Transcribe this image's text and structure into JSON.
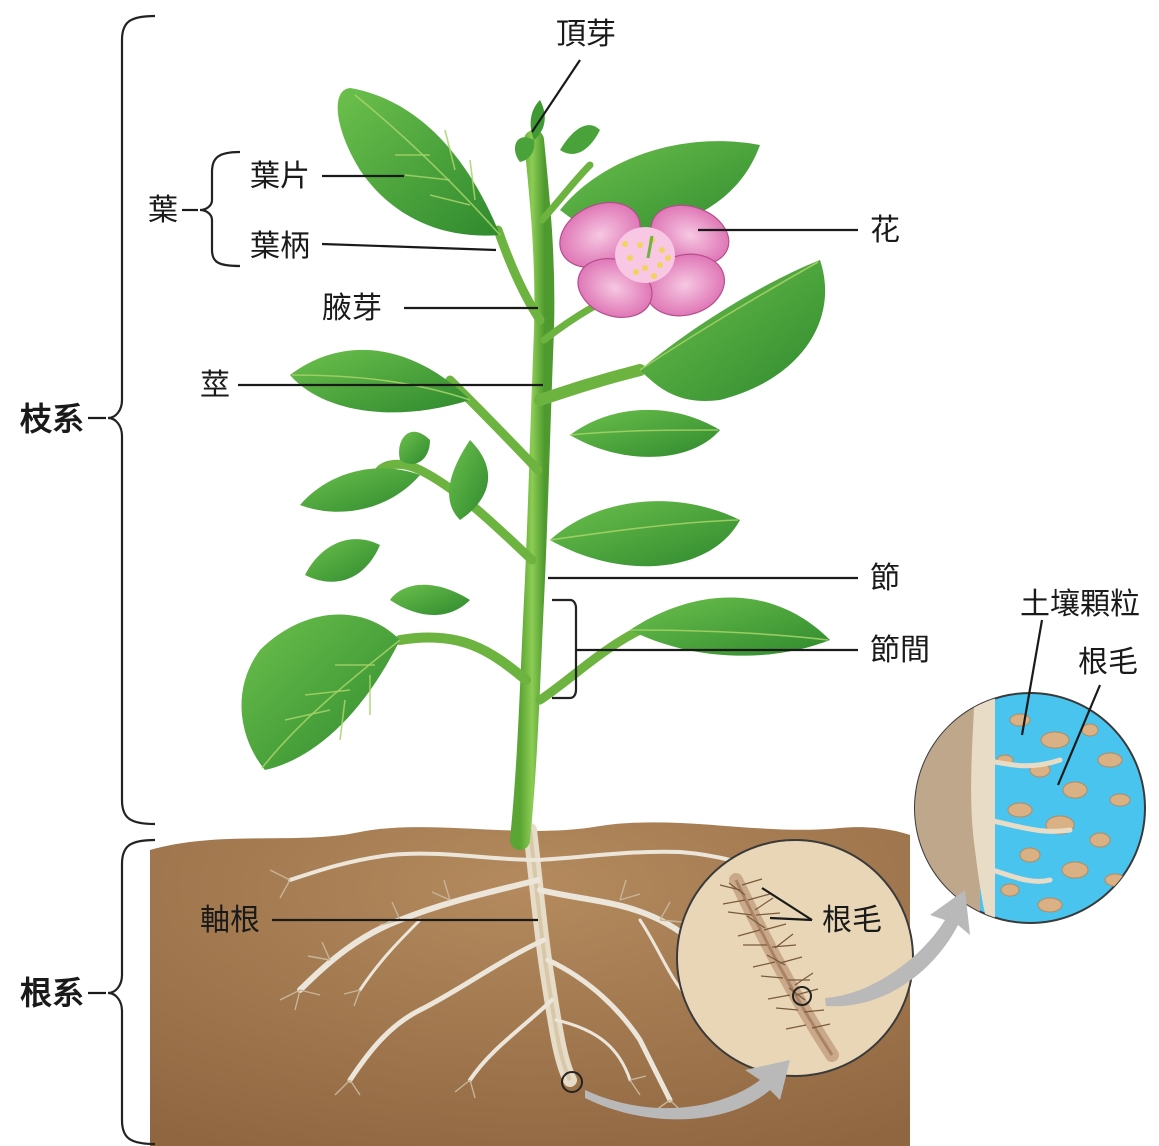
{
  "labels": {
    "shoot_system": "枝系",
    "root_system": "根系",
    "leaf": "葉",
    "blade": "葉片",
    "petiole": "葉柄",
    "axillary_bud": "腋芽",
    "stem": "莖",
    "terminal_bud": "頂芽",
    "flower": "花",
    "node": "節",
    "internode": "節間",
    "taproot": "軸根",
    "root_hair": "根毛",
    "soil_particle": "土壤顆粒",
    "root_hair_magnified": "根毛"
  },
  "colors": {
    "leaf": "#4aa23a",
    "leaf_light": "#7cc04e",
    "stem": "#6db33f",
    "flower": "#e98cc6",
    "soil": "#a57c52",
    "water": "#2fb8e8",
    "arrow": "#b9b9b9"
  }
}
